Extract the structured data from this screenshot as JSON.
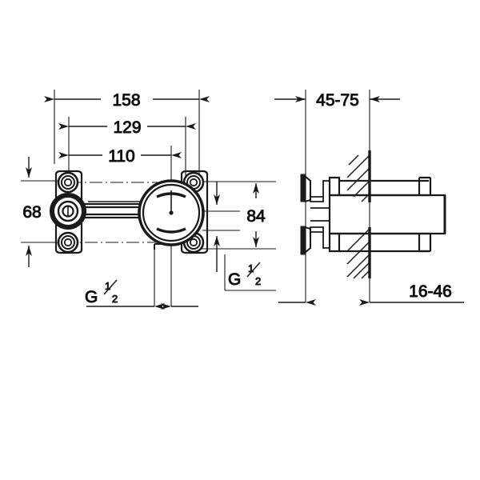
{
  "drawing": {
    "kind": "technical-dimension-drawing",
    "background_color": "#ffffff",
    "line_color": "#1a1a1a",
    "views": [
      {
        "name": "front-view",
        "label": ""
      },
      {
        "name": "side-section-view",
        "label": ""
      }
    ]
  },
  "dimensions": {
    "width_overall": "158",
    "width_mounting": "129",
    "width_inner": "110",
    "height_left": "68",
    "height_right": "84",
    "wall_depth": "45-75",
    "tile_depth": "16-46"
  },
  "thread_labels": {
    "inlet_bottom": {
      "letter": "G",
      "numerator": "1",
      "denominator": "2"
    },
    "outlet_right": {
      "letter": "G",
      "numerator": "1",
      "denominator": "2"
    }
  }
}
